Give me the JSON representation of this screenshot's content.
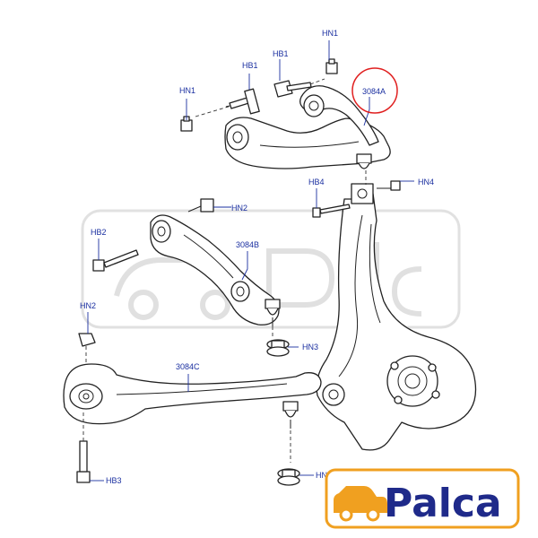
{
  "labels": {
    "hn1_top": "HN1",
    "hb1_top": "HB1",
    "hb1_left": "HB1",
    "hn1_left": "HN1",
    "part_3084a": "3084A",
    "hb4": "HB4",
    "hn4": "HN4",
    "hn2_mid": "HN2",
    "hb2": "HB2",
    "part_3084b": "3084B",
    "hn2_left": "HN2",
    "hn3_mid": "HN3",
    "part_3084c": "3084C",
    "hb3": "HB3",
    "hn3_bottom": "HN3"
  },
  "logo": {
    "text": "Palca"
  },
  "colors": {
    "label": "#1a2fa0",
    "highlight_circle": "#e02020",
    "logo_text": "#1f2a8a",
    "logo_icon": "#f0a020"
  }
}
